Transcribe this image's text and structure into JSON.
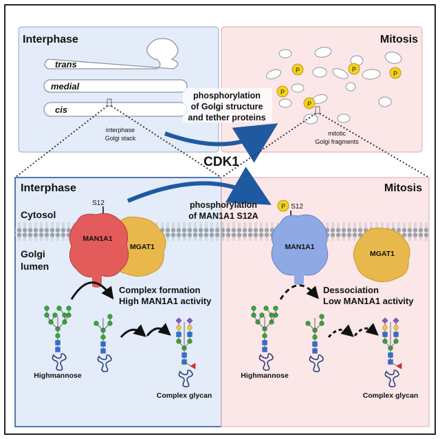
{
  "top_left": {
    "title": "Interphase",
    "trans": "trans",
    "medial": "medial",
    "cis": "cis",
    "caption_1": "interphase",
    "caption_2": "Golgi stack"
  },
  "top_right": {
    "title": "Mitosis",
    "phospho": "P",
    "caption_1": "mitotic",
    "caption_2": "Golgi fragments"
  },
  "top_arrow": {
    "line1": "phosphorylation",
    "line2": "of Golgi structure",
    "line3": "and tether proteins"
  },
  "kinase": "CDK1",
  "bottom_left": {
    "title": "Interphase",
    "cytosol": "Cytosol",
    "golgi": "Golgi",
    "lumen": "lumen",
    "site": "S12",
    "man1a1": "MAN1A1",
    "mgat1": "MGAT1",
    "state_1": "Complex formation",
    "state_2": "High MAN1A1 activity",
    "highmannose": "Highmannose",
    "complex_glycan": "Complex glycan"
  },
  "bottom_arrow": {
    "line1": "phosphorylation",
    "line2": "of MAN1A1 S12A"
  },
  "bottom_right": {
    "title": "Mitosis",
    "site": "S12",
    "phospho": "P",
    "man1a1": "MAN1A1",
    "mgat1": "MGAT1",
    "state_1": "Dessociation",
    "state_2": "Low MAN1A1 activity",
    "highmannose": "Highmannose",
    "complex_glycan": "Complex glycan"
  },
  "colors": {
    "interphase_bg": "#e3ecf8",
    "interphase_border": "#9fb8d8",
    "mitosis_bg": "#fbe6e8",
    "mitosis_border": "#e7b5ba",
    "arrow": "#1f5aa0",
    "man1a1_active": "#e35b5b",
    "man1a1_inactive": "#8ea9e4",
    "mgat1": "#e8b84c",
    "phospho": "#f4d21b",
    "mannose": "#3aa63a",
    "glcnac": "#2f6fd1",
    "galactose": "#f2c94c",
    "sialic_acid": "#8c5bc7",
    "fucose": "#d9342b"
  }
}
